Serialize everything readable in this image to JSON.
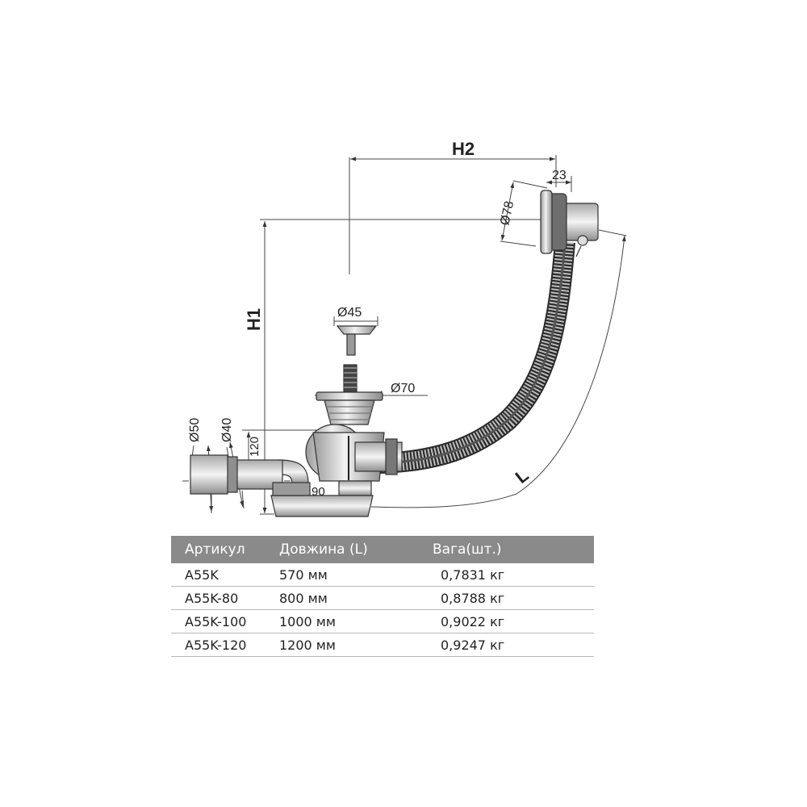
{
  "diagram": {
    "dimensions": {
      "h1": "H1",
      "h2": "H2",
      "l": "L",
      "d78": "Ø78",
      "w23": "23",
      "d45": "Ø45",
      "d70": "Ø70",
      "d50": "Ø50",
      "d40": "Ø40",
      "h120": "120",
      "w90": "90"
    }
  },
  "table": {
    "headers": [
      "Артикул",
      "Довжина (L)",
      "Вага(шт.)"
    ],
    "rows": [
      [
        "A55K",
        "570 мм",
        "0,7831 кг"
      ],
      [
        "A55K-80",
        "800 мм",
        "0,8788 кг"
      ],
      [
        "A55K-100",
        "1000 мм",
        "0,9022 кг"
      ],
      [
        "A55K-120",
        "1200 мм",
        "0,9247 кг"
      ]
    ]
  }
}
